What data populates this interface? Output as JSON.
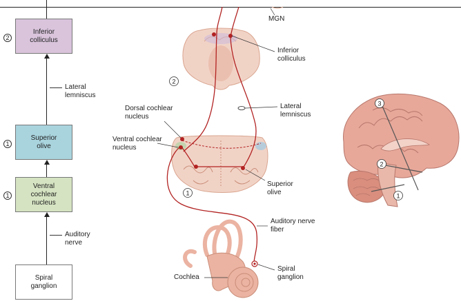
{
  "flowchart": {
    "boxes": [
      {
        "label": "Inferior\ncolliculus",
        "color": "#d9c4dc",
        "step": "2"
      },
      {
        "label": "Superior\nolive",
        "color": "#a9d4de",
        "step": "1"
      },
      {
        "label": "Ventral\ncochlear\nnucleus",
        "color": "#d5e3c2",
        "step": "1"
      },
      {
        "label": "Spiral\nganglion",
        "color": "#ffffff",
        "step": ""
      }
    ],
    "connectors": [
      {
        "label": "Lateral\nlemniscus"
      },
      {
        "label": "Auditory\nnerve"
      }
    ]
  },
  "illustration": {
    "labels": {
      "mgn": "MGN",
      "inferior_colliculus": "Inferior\ncolliculus",
      "lateral_lemniscus": "Lateral\nlemniscus",
      "dorsal_cochlear_nucleus": "Dorsal cochlear\nnucleus",
      "ventral_cochlear_nucleus": "Ventral cochlear\nnucleus",
      "superior_olive": "Superior\nolive",
      "auditory_nerve_fiber": "Auditory nerve\nfiber",
      "spiral_ganglion": "Spiral\nganglion",
      "cochlea": "Cochlea"
    },
    "section_numbers": {
      "midbrain": "2",
      "brainstem": "1"
    }
  },
  "brain": {
    "markers": [
      "3",
      "2",
      "1"
    ]
  },
  "colors": {
    "pathway": "#b22222",
    "tissue": "#f1d3c6",
    "tissue_dark": "#d9a48f",
    "brain": "#e7a89a",
    "cochlea": "#ebb3a2"
  }
}
